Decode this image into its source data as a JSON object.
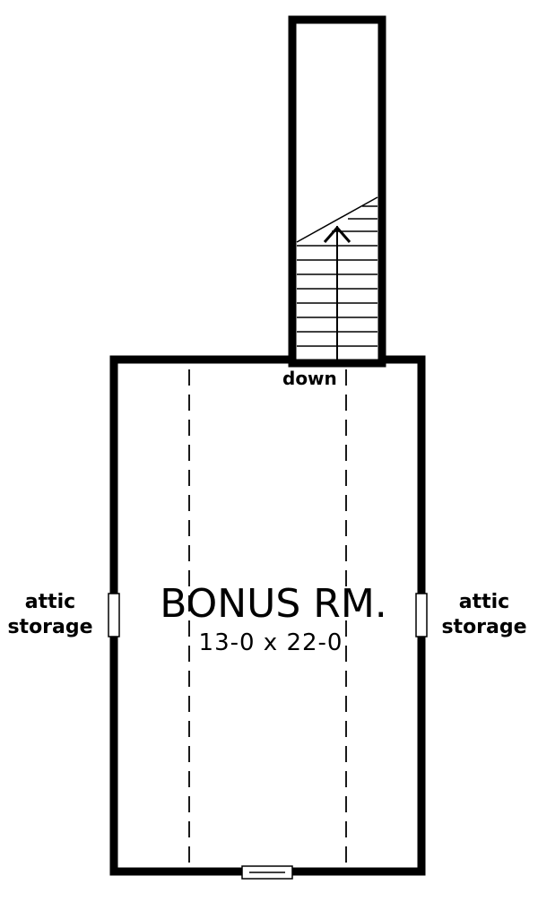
{
  "floor_plan": {
    "room_name": "BONUS RM.",
    "room_dimensions": "13-0 x 22-0",
    "stair_label": "down",
    "left_side": {
      "line1": "attic",
      "line2": "storage"
    },
    "right_side": {
      "line1": "attic",
      "line2": "storage"
    }
  },
  "colors": {
    "wall": "#000000",
    "background": "#ffffff"
  }
}
